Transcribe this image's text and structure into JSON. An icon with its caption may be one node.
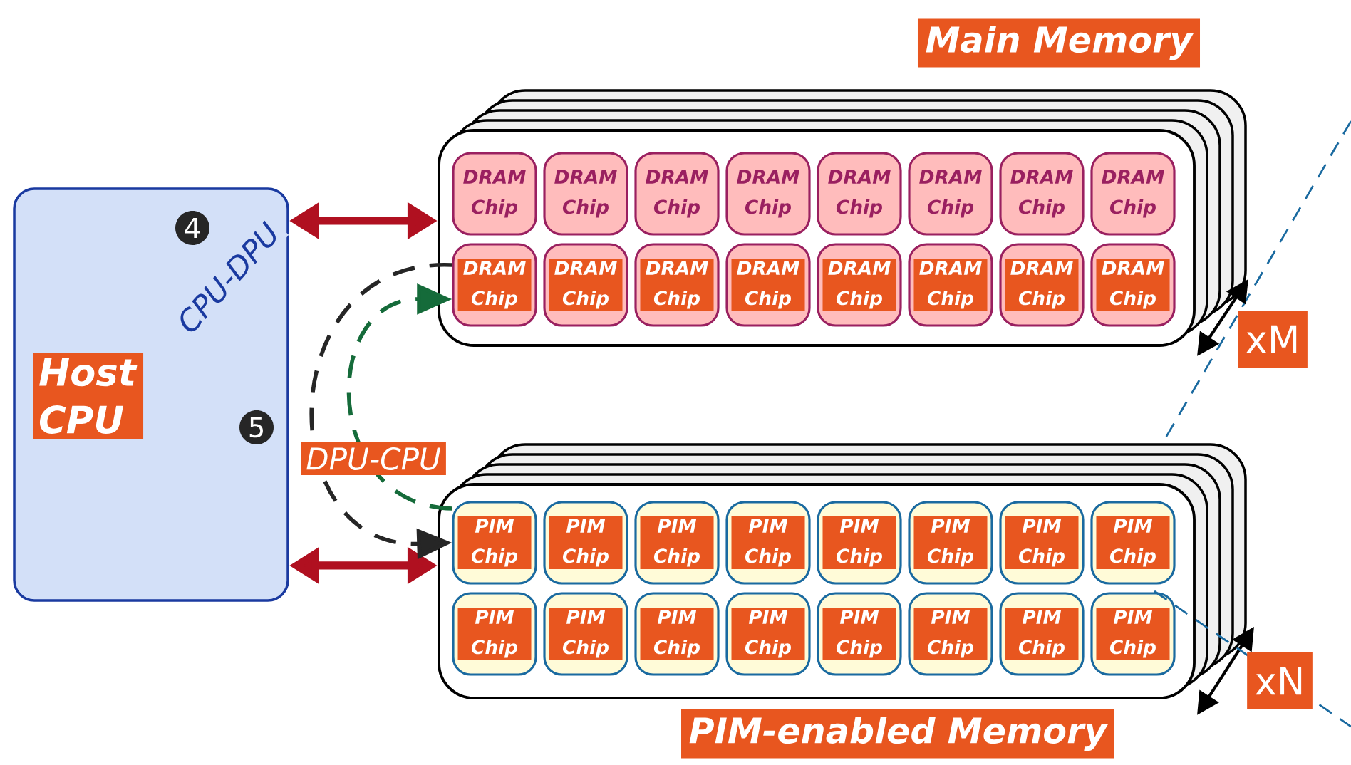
{
  "diagram": {
    "nodes": [
      {
        "text": [
          "Host CPU"
        ]
      },
      {
        "text": [
          "Main Memory"
        ]
      },
      {
        "text": [
          "DRAM Chip"
        ],
        "in": 1
      },
      {
        "text": [
          "DRAM Chip"
        ],
        "in": 1
      },
      {
        "text": [
          "DRAM Chip"
        ],
        "in": 1
      },
      {
        "text": [
          "DRAM Chip"
        ],
        "in": 1
      },
      {
        "text": [
          "DRAM Chip"
        ],
        "in": 1
      },
      {
        "text": [
          "DRAM Chip"
        ],
        "in": 1
      },
      {
        "text": [
          "DRAM Chip"
        ],
        "in": 1
      },
      {
        "text": [
          "DRAM Chip"
        ],
        "in": 1
      },
      {
        "text": [
          "DRAM Chip"
        ],
        "in": 1
      },
      {
        "text": [
          "DRAM Chip"
        ],
        "in": 1
      },
      {
        "text": [
          "DRAM Chip"
        ],
        "in": 1
      },
      {
        "text": [
          "DRAM Chip"
        ],
        "in": 1
      },
      {
        "text": [
          "DRAM Chip"
        ],
        "in": 1
      },
      {
        "text": [
          "DRAM Chip"
        ],
        "in": 1
      },
      {
        "text": [
          "DRAM Chip"
        ],
        "in": 1
      },
      {
        "text": [
          "DRAM Chip"
        ],
        "in": 1
      },
      {
        "text": [
          "PIM-enabled Memory"
        ]
      },
      {
        "text": [
          "PIM Chip"
        ],
        "in": 18
      },
      {
        "text": [
          "PIM Chip"
        ],
        "in": 18
      },
      {
        "text": [
          "PIM Chip"
        ],
        "in": 18
      },
      {
        "text": [
          "PIM Chip"
        ],
        "in": 18
      },
      {
        "text": [
          "PIM Chip"
        ],
        "in": 18
      },
      {
        "text": [
          "PIM Chip"
        ],
        "in": 18
      },
      {
        "text": [
          "PIM Chip"
        ],
        "in": 18
      },
      {
        "text": [
          "PIM Chip"
        ],
        "in": 18
      },
      {
        "text": [
          "PIM Chip"
        ],
        "in": 18
      },
      {
        "text": [
          "PIM Chip"
        ],
        "in": 18
      },
      {
        "text": [
          "PIM Chip"
        ],
        "in": 18
      },
      {
        "text": [
          "PIM Chip"
        ],
        "in": 18
      },
      {
        "text": [
          "PIM Chip"
        ],
        "in": 18
      },
      {
        "text": [
          "PIM Chip"
        ],
        "in": 18
      },
      {
        "text": [
          "PIM Chip"
        ],
        "in": 18
      },
      {
        "text": [
          "PIM Chip"
        ],
        "in": 18
      }
    ],
    "edges": [
      {
        "from": 0,
        "to": 1,
        "arrow": "both",
        "style": "thick",
        "color": "#b01020"
      },
      {
        "from": 0,
        "to": 18,
        "arrow": "both",
        "style": "thick",
        "color": "#b01020"
      },
      {
        "from": 10,
        "to": 19,
        "arrow": "to",
        "style": "dashed",
        "color": "#262626",
        "label": "CPU-DPU"
      },
      {
        "from": 19,
        "to": 10,
        "arrow": "to",
        "style": "dashed",
        "color": "#156b3a",
        "label": "DPU-CPU"
      }
    ],
    "labels": [
      "4",
      "5",
      "xM",
      "xN"
    ]
  }
}
